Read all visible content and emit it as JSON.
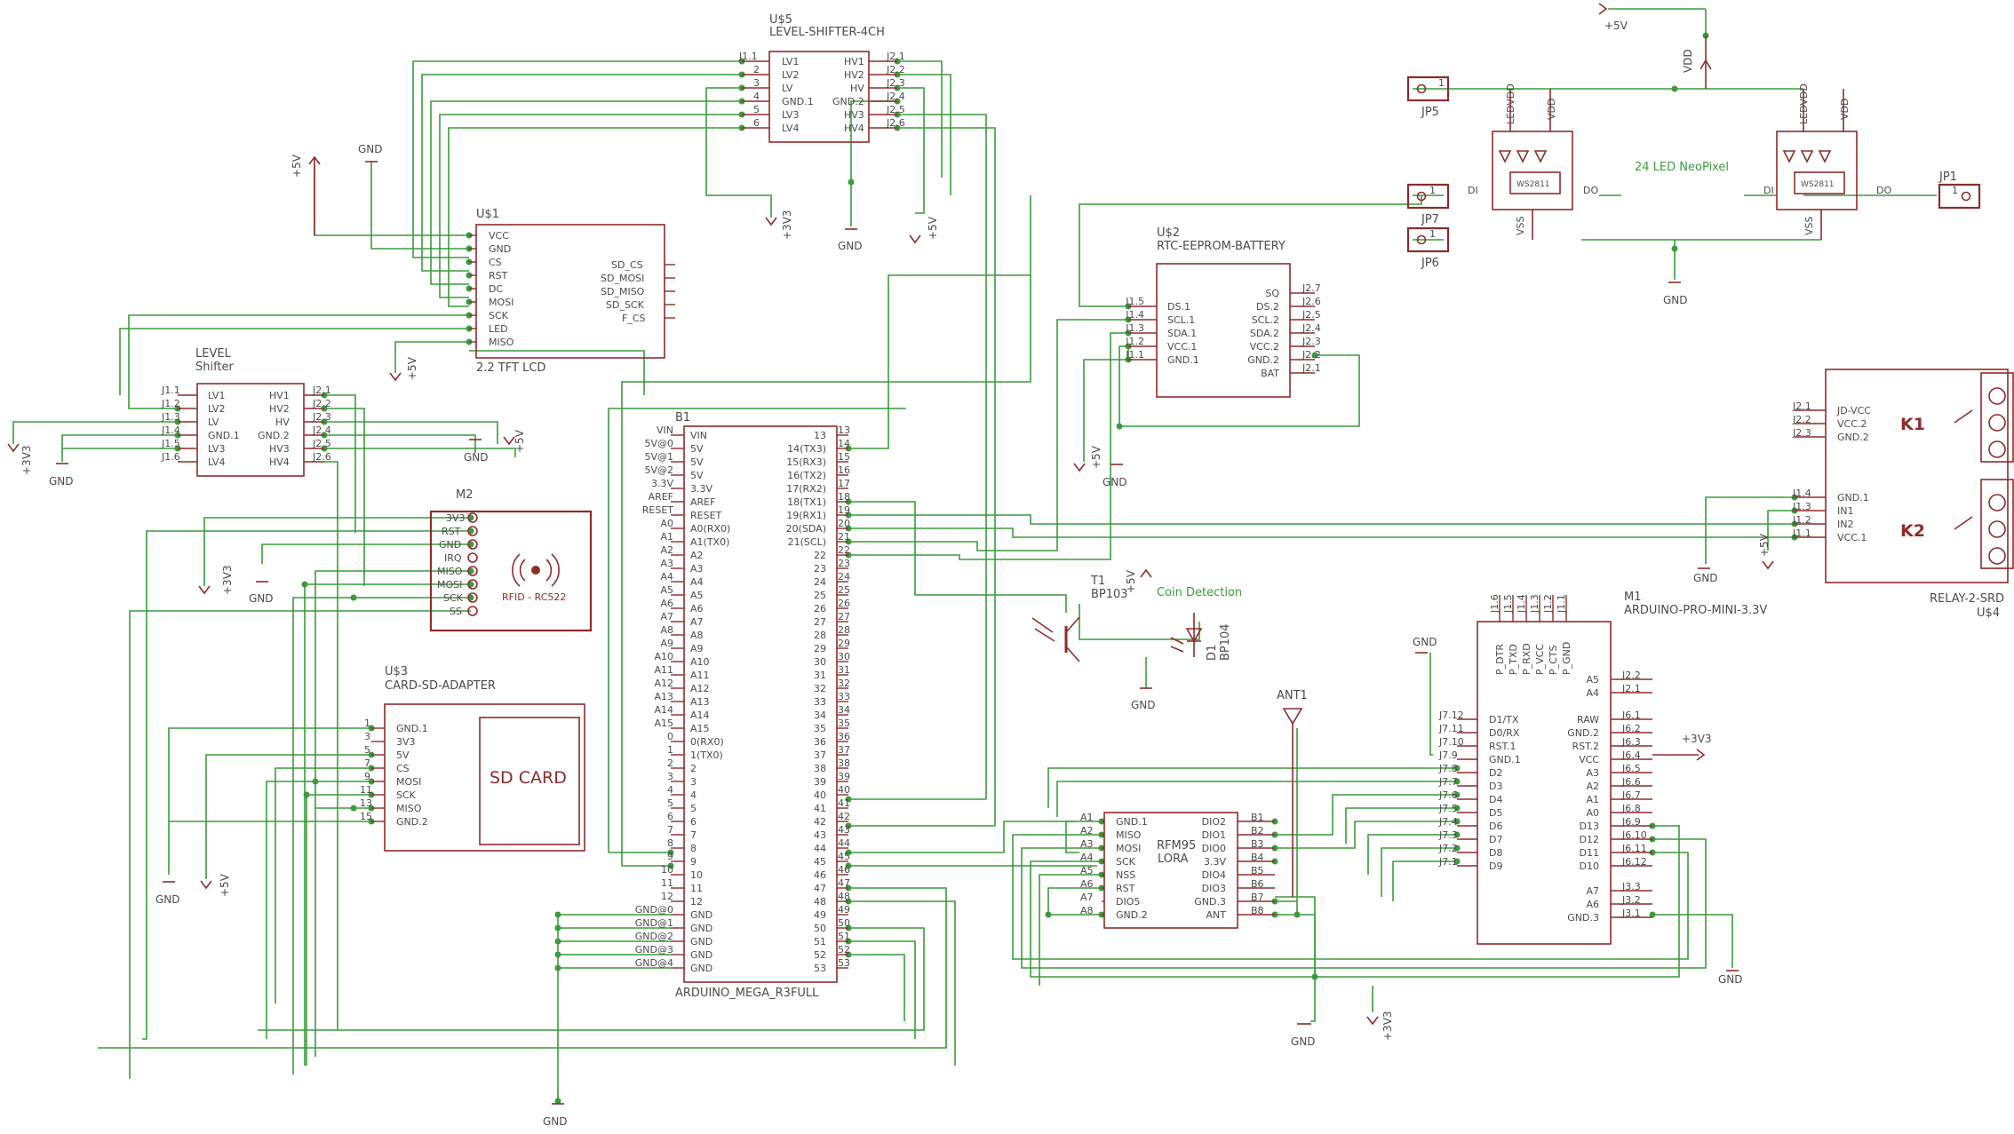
{
  "power": {
    "p5v": "+5V",
    "gnd": "GND",
    "p3v3": "+3V3",
    "vdd": "VDD"
  },
  "lvl4ch": {
    "ref": "U$5",
    "value": "LEVEL-SHIFTER-4CH",
    "left_pins": [
      "LV1",
      "LV2",
      "LV",
      "GND.1",
      "LV3",
      "LV4"
    ],
    "right_pins": [
      "HV1",
      "HV2",
      "HV",
      "GND.2",
      "HV3",
      "HV4"
    ],
    "left_nums": [
      "J1.1",
      "2",
      "3",
      "4",
      "5",
      "6"
    ],
    "right_nums": [
      "J2.1",
      "J2.2",
      "J2.3",
      "J2.4",
      "J2.5",
      "J2.6"
    ]
  },
  "lcd": {
    "ref": "U$1",
    "value": "2.2 TFT LCD",
    "left_pins": [
      "VCC",
      "GND",
      "CS",
      "RST",
      "DC",
      "MOSI",
      "SCK",
      "LED",
      "MISO"
    ],
    "right_pins": [
      "SD_CS",
      "SD_MOSI",
      "SD_MISO",
      "SD_SCK",
      "F_CS"
    ]
  },
  "lvl": {
    "ref": "LEVEL",
    "value": "Shifter",
    "left_pins": [
      "LV1",
      "LV2",
      "LV",
      "GND.1",
      "LV3",
      "LV4"
    ],
    "right_pins": [
      "HV1",
      "HV2",
      "HV",
      "GND.2",
      "HV3",
      "HV4"
    ],
    "left_nums": [
      "J1.1",
      "J1.2",
      "J1.3",
      "J1.4",
      "J1.5",
      "J1.6"
    ],
    "right_nums": [
      "J2.1",
      "J2.2",
      "J2.3",
      "J2.4",
      "J2.5",
      "J2.6"
    ]
  },
  "rfid": {
    "ref": "M2",
    "label": "RFID - RC522",
    "pins": [
      "3V3",
      "RST",
      "GND",
      "IRQ",
      "MISO",
      "MOSI",
      "SCK",
      "SS"
    ]
  },
  "sd": {
    "ref": "U$3",
    "value": "CARD-SD-ADAPTER",
    "label": "SD CARD",
    "pins": [
      "GND.1",
      "3V3",
      "5V",
      "CS",
      "MOSI",
      "SCK",
      "MISO",
      "GND.2"
    ],
    "nums": [
      "1",
      "3",
      "5",
      "7",
      "9",
      "11",
      "13",
      "15"
    ]
  },
  "mega": {
    "ref": "B1",
    "value": "ARDUINO_MEGA_R3FULL",
    "outer_left": [
      "VIN",
      "5V@0",
      "5V@1",
      "5V@2",
      "3.3V",
      "AREF",
      "RESET",
      "A0",
      "A1",
      "A2",
      "A3",
      "A4",
      "A5",
      "A6",
      "A7",
      "A8",
      "A9",
      "A10",
      "A11",
      "A12",
      "A13",
      "A14",
      "A15",
      "0",
      "1",
      "2",
      "3",
      "4",
      "5",
      "6",
      "7",
      "8",
      "9",
      "10",
      "11",
      "12",
      "GND@0",
      "GND@1",
      "GND@2",
      "GND@3",
      "GND@4"
    ],
    "inner_left": [
      "VIN",
      "5V",
      "5V",
      "5V",
      "3.3V",
      "AREF",
      "RESET",
      "A0(RX0)",
      "A1(TX0)",
      "A2",
      "A3",
      "A4",
      "A5",
      "A6",
      "A7",
      "A8",
      "A9",
      "A10",
      "A11",
      "A12",
      "A13",
      "A14",
      "A15",
      "0(RX0)",
      "1(TX0)",
      "2",
      "3",
      "4",
      "5",
      "6",
      "7",
      "8",
      "9",
      "10",
      "11",
      "12",
      "GND",
      "GND",
      "GND",
      "GND",
      "GND"
    ],
    "inner_right": [
      "13",
      "14(TX3)",
      "15(RX3)",
      "16(TX2)",
      "17(RX2)",
      "18(TX1)",
      "19(RX1)",
      "20(SDA)",
      "21(SCL)",
      "22",
      "23",
      "24",
      "25",
      "26",
      "27",
      "28",
      "29",
      "30",
      "31",
      "32",
      "33",
      "34",
      "35",
      "36",
      "37",
      "38",
      "39",
      "40",
      "41",
      "42",
      "43",
      "44",
      "45",
      "46",
      "47",
      "48",
      "49",
      "50",
      "51",
      "52",
      "53"
    ],
    "outer_right": [
      "13",
      "14",
      "15",
      "16",
      "17",
      "18",
      "19",
      "20",
      "21",
      "22",
      "23",
      "24",
      "25",
      "26",
      "27",
      "28",
      "29",
      "30",
      "31",
      "32",
      "33",
      "34",
      "35",
      "36",
      "37",
      "38",
      "39",
      "40",
      "41",
      "42",
      "43",
      "44",
      "45",
      "46",
      "47",
      "48",
      "49",
      "50",
      "51",
      "52",
      "53"
    ]
  },
  "rtc": {
    "ref": "U$2",
    "value": "RTC-EEPROM-BATTERY",
    "left_pins": [
      "DS.1",
      "SCL.1",
      "SDA.1",
      "VCC.1",
      "GND.1"
    ],
    "left_nums": [
      "J1.5",
      "J1.4",
      "J1.3",
      "J1.2",
      "J1.1"
    ],
    "right_pins": [
      "SQ",
      "DS.2",
      "SCL.2",
      "SDA.2",
      "VCC.2",
      "GND.2",
      "BAT"
    ],
    "right_nums": [
      "J2.7",
      "J2.6",
      "J2.5",
      "J2.4",
      "J2.3",
      "J2.2",
      "J2.1"
    ]
  },
  "transistor": {
    "ref": "T1",
    "value": "BP103",
    "label": "Coin Detection"
  },
  "diode": {
    "ref": "D1",
    "value": "BP104"
  },
  "antenna": {
    "ref": "ANT1"
  },
  "lora": {
    "value": "RFM95",
    "sub": "LORA",
    "left_pins": [
      "GND.1",
      "MISO",
      "MOSI",
      "SCK",
      "NSS",
      "RST",
      "DIO5",
      "GND.2"
    ],
    "left_nums": [
      "A1",
      "A2",
      "A3",
      "A4",
      "A5",
      "A6",
      "A7",
      "A8"
    ],
    "right_pins": [
      "DIO2",
      "DIO1",
      "DIO0",
      "3.3V",
      "DIO4",
      "DIO3",
      "GND.3",
      "ANT"
    ],
    "right_nums": [
      "B1",
      "B2",
      "B3",
      "B4",
      "B5",
      "B6",
      "B7",
      "B8"
    ]
  },
  "promini": {
    "ref": "M1",
    "value": "ARDUINO-PRO-MINI-3.3V",
    "top_pins": [
      "P_DTR",
      "P_TXD",
      "P_RXD",
      "P_VCC",
      "P_CTS",
      "P_GND"
    ],
    "top_nums": [
      "J1.6",
      "J1.5",
      "J1.4",
      "J1.3",
      "J1.2",
      "J1.1"
    ],
    "left_pins": [
      "D1/TX",
      "D0/RX",
      "RST.1",
      "GND.1",
      "D2",
      "D3",
      "D4",
      "D5",
      "D6",
      "D7",
      "D8",
      "D9"
    ],
    "left_nums": [
      "J7.12",
      "J7.11",
      "J7.10",
      "J7.9",
      "J7.8",
      "J7.7",
      "J7.6",
      "J7.5",
      "J7.4",
      "J7.3",
      "J7.2",
      "J7.1"
    ],
    "right_pins_a": [
      "A5",
      "A4"
    ],
    "right_nums_a": [
      "J2.2",
      "J2.1"
    ],
    "right_pins_b": [
      "RAW",
      "GND.2",
      "RST.2",
      "VCC",
      "A3",
      "A2",
      "A1",
      "A0",
      "D13",
      "D12",
      "D11",
      "D10"
    ],
    "right_nums_b": [
      "J6.1",
      "J6.2",
      "J6.3",
      "J6.4",
      "J6.5",
      "J6.6",
      "J6.7",
      "J6.8",
      "J6.9",
      "J6.10",
      "J6.11",
      "J6.12"
    ],
    "right_pins_c": [
      "A7",
      "A6",
      "GND.3"
    ],
    "right_nums_c": [
      "J3.3",
      "J3.2",
      "J3.1"
    ]
  },
  "relay": {
    "ref": "U$4",
    "value": "RELAY-2-SRD",
    "pins_a": [
      "JD-VCC",
      "VCC.2",
      "GND.2"
    ],
    "nums_a": [
      "J2.1",
      "J2.2",
      "J2.3"
    ],
    "pins_b": [
      "GND.1",
      "IN1",
      "IN2",
      "VCC.1"
    ],
    "nums_b": [
      "J1.4",
      "J1.3",
      "J1.2",
      "J1.1"
    ],
    "k1": "K1",
    "k2": "K2"
  },
  "neopixel": {
    "label": "24 LED NeoPixel",
    "chip": "WS2811",
    "pins": [
      "LEDVDD",
      "VDD",
      "DI",
      "DO",
      "VSS"
    ],
    "connectors": [
      "JP5",
      "JP7",
      "JP6",
      "JP1"
    ],
    "pin_num": "1"
  }
}
